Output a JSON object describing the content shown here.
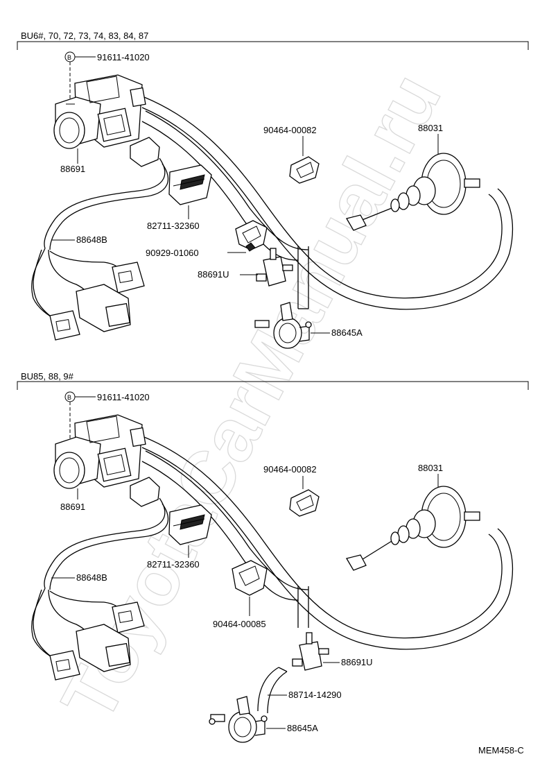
{
  "watermark": "ToyotaCarManual.ru",
  "doc_code": "MEM458-C",
  "sections": [
    {
      "header": "BU6#, 70, 72, 73, 74, 83, 84, 87",
      "labels": {
        "bolt_mark": "B",
        "bolt": "91611-41020",
        "vsv": "88691",
        "harness": "88648B",
        "connector": "82711-32360",
        "clamp_a": "90464-00082",
        "clamp_b": "90929-01060",
        "actuator": "88031",
        "fitting_u": "88691U",
        "fitting_a": "88645A"
      }
    },
    {
      "header": "BU85, 88, 9#",
      "labels": {
        "bolt_mark": "B",
        "bolt": "91611-41020",
        "vsv": "88691",
        "harness": "88648B",
        "connector": "82711-32360",
        "clamp_a": "90464-00082",
        "clamp_b": "90464-00085",
        "actuator": "88031",
        "fitting_u": "88691U",
        "hose": "88714-14290",
        "fitting_a": "88645A"
      }
    }
  ]
}
